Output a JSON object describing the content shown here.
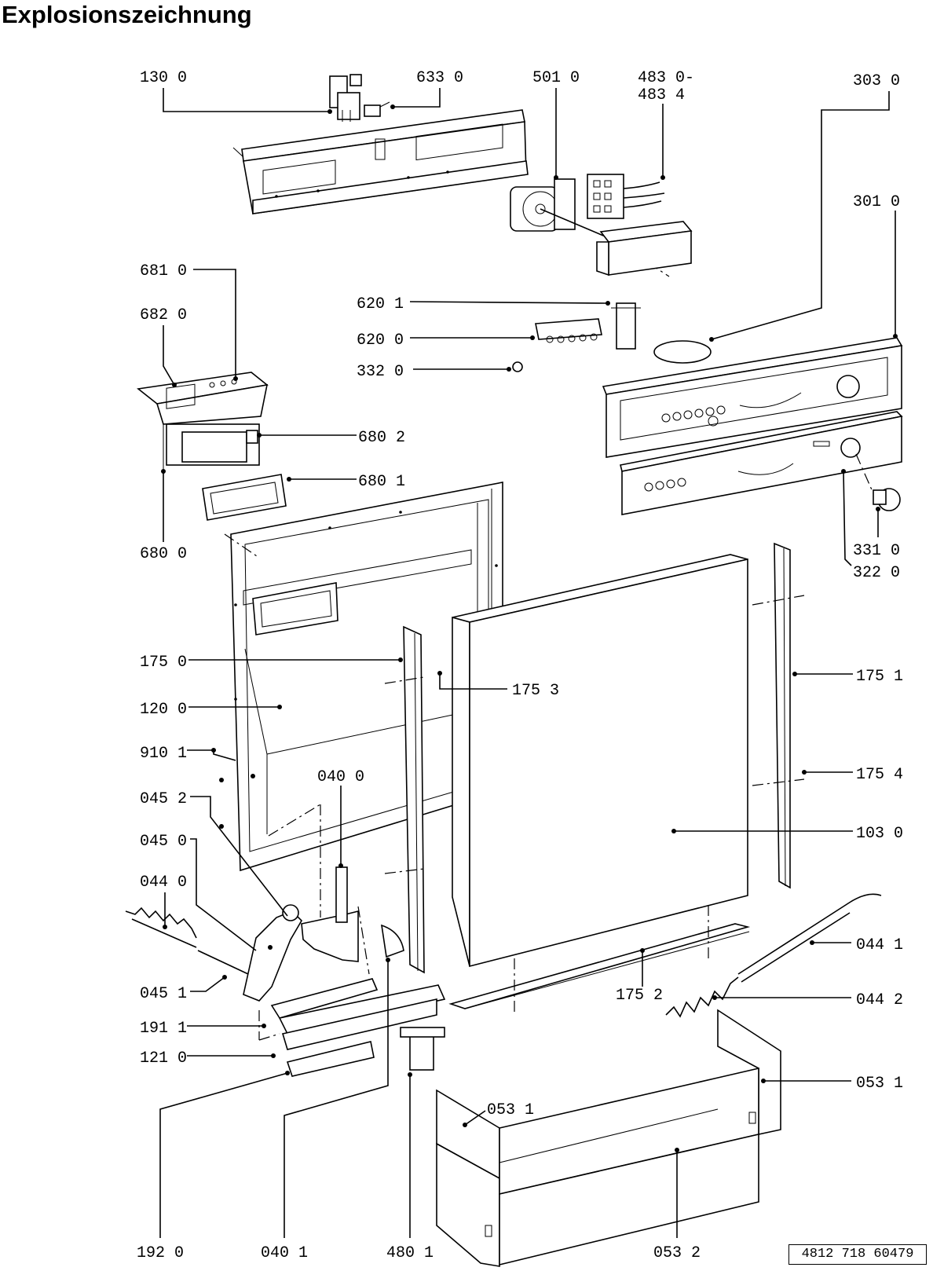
{
  "title": "Explosionszeichnung",
  "document_number": "4812 718 60479",
  "part_labels": [
    {
      "id": "p130_0",
      "text": "130 0"
    },
    {
      "id": "p633_0",
      "text": "633 0"
    },
    {
      "id": "p501_0",
      "text": "501 0"
    },
    {
      "id": "p483_0",
      "text": "483 0-"
    },
    {
      "id": "p483_4",
      "text": "483 4"
    },
    {
      "id": "p303_0",
      "text": "303 0"
    },
    {
      "id": "p301_0",
      "text": "301 0"
    },
    {
      "id": "p681_0",
      "text": "681 0"
    },
    {
      "id": "p682_0",
      "text": "682 0"
    },
    {
      "id": "p620_1",
      "text": "620 1"
    },
    {
      "id": "p620_0",
      "text": "620 0"
    },
    {
      "id": "p332_0",
      "text": "332 0"
    },
    {
      "id": "p680_2",
      "text": "680 2"
    },
    {
      "id": "p680_1",
      "text": "680 1"
    },
    {
      "id": "p680_0",
      "text": "680 0"
    },
    {
      "id": "p331_0",
      "text": "331 0"
    },
    {
      "id": "p322_0",
      "text": "322 0"
    },
    {
      "id": "p175_0",
      "text": "175 0"
    },
    {
      "id": "p175_3",
      "text": "175 3"
    },
    {
      "id": "p175_1",
      "text": "175 1"
    },
    {
      "id": "p120_0",
      "text": "120 0"
    },
    {
      "id": "p910_1",
      "text": "910 1"
    },
    {
      "id": "p040_0",
      "text": "040 0"
    },
    {
      "id": "p175_4",
      "text": "175 4"
    },
    {
      "id": "p045_2",
      "text": "045 2"
    },
    {
      "id": "p103_0",
      "text": "103 0"
    },
    {
      "id": "p045_0",
      "text": "045 0"
    },
    {
      "id": "p044_0",
      "text": "044 0"
    },
    {
      "id": "p044_1",
      "text": "044 1"
    },
    {
      "id": "p045_1",
      "text": "045 1"
    },
    {
      "id": "p175_2",
      "text": "175 2"
    },
    {
      "id": "p044_2",
      "text": "044 2"
    },
    {
      "id": "p191_1",
      "text": "191 1"
    },
    {
      "id": "p121_0",
      "text": "121 0"
    },
    {
      "id": "p053_1a",
      "text": "053 1"
    },
    {
      "id": "p053_1b",
      "text": "053 1"
    },
    {
      "id": "p192_0",
      "text": "192 0"
    },
    {
      "id": "p040_1",
      "text": "040 1"
    },
    {
      "id": "p480_1",
      "text": "480 1"
    },
    {
      "id": "p053_2",
      "text": "053 2"
    }
  ]
}
